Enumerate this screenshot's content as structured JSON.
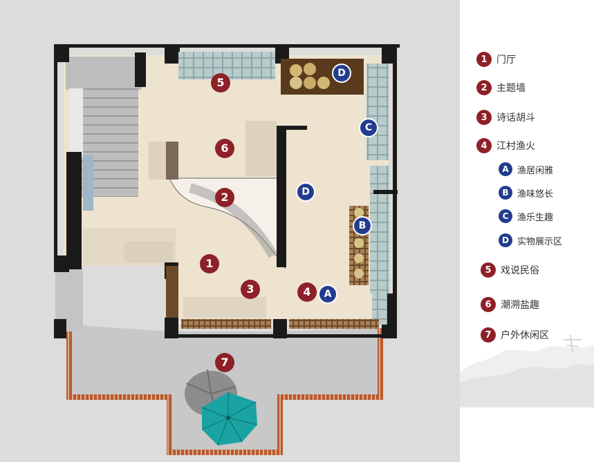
{
  "map_markers": [
    {
      "id": "m1",
      "label": "1",
      "kind": "red"
    },
    {
      "id": "m2",
      "label": "2",
      "kind": "red"
    },
    {
      "id": "m3",
      "label": "3",
      "kind": "red"
    },
    {
      "id": "m4",
      "label": "4",
      "kind": "red"
    },
    {
      "id": "m5",
      "label": "5",
      "kind": "red"
    },
    {
      "id": "m6",
      "label": "6",
      "kind": "red"
    },
    {
      "id": "m7",
      "label": "7",
      "kind": "red"
    },
    {
      "id": "mA",
      "label": "A",
      "kind": "blue"
    },
    {
      "id": "mB",
      "label": "B",
      "kind": "blue"
    },
    {
      "id": "mC",
      "label": "C",
      "kind": "blue"
    },
    {
      "id": "mD1",
      "label": "D",
      "kind": "blue"
    },
    {
      "id": "mD2",
      "label": "D",
      "kind": "blue"
    }
  ],
  "legend": [
    {
      "badge": "1",
      "label": "门厅",
      "kind": "red"
    },
    {
      "badge": "2",
      "label": "主题墙",
      "kind": "red"
    },
    {
      "badge": "3",
      "label": "诗话胡斗",
      "kind": "red"
    },
    {
      "badge": "4",
      "label": "江村渔火",
      "kind": "red"
    },
    {
      "badge": "A",
      "label": "渔居闲雅",
      "kind": "blue"
    },
    {
      "badge": "B",
      "label": "渔味悠长",
      "kind": "blue"
    },
    {
      "badge": "C",
      "label": "渔乐生趣",
      "kind": "blue"
    },
    {
      "badge": "D",
      "label": "实物展示区",
      "kind": "blue"
    },
    {
      "badge": "5",
      "label": "戏说民俗",
      "kind": "red"
    },
    {
      "badge": "6",
      "label": "潮溯盐趣",
      "kind": "red"
    },
    {
      "badge": "7",
      "label": "户外休闲区",
      "kind": "red"
    }
  ],
  "colors": {
    "marker_red": "#8e2027",
    "marker_blue": "#223d8e",
    "floor": "#ede3cf",
    "wall": "#1a1a1a",
    "umbrella": "#1aa3a3"
  }
}
